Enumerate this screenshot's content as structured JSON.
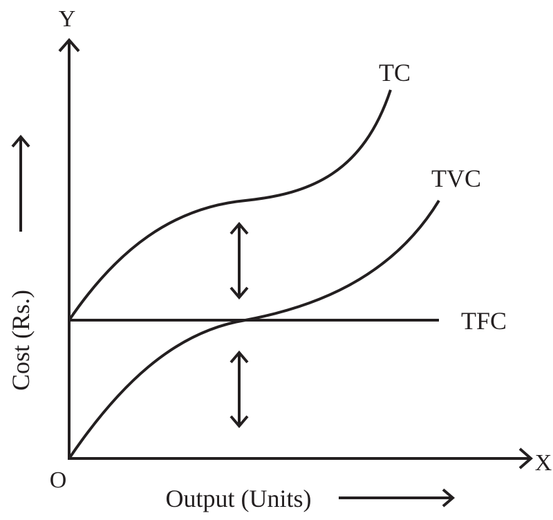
{
  "axes": {
    "y_axis_letter": "Y",
    "x_axis_letter": "X",
    "origin_label": "O",
    "y_label": "Cost (Rs.)",
    "x_label": "Output (Units)"
  },
  "curves": {
    "tc": "TC",
    "tvc": "TVC",
    "tfc": "TFC"
  },
  "colors": {
    "ink": "#231f20",
    "background": "#ffffff"
  }
}
